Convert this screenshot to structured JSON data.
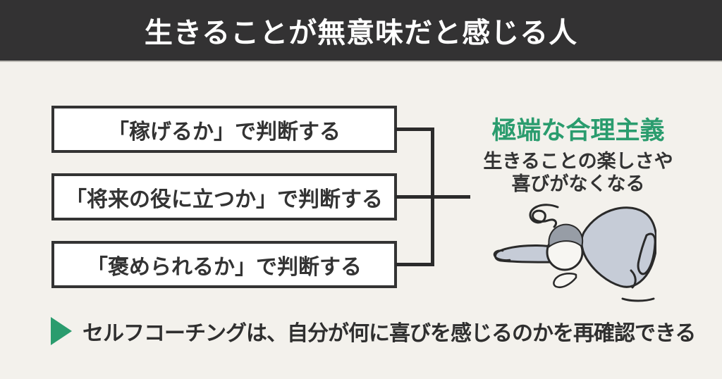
{
  "header": {
    "title": "生きることが無意味だと感じる人"
  },
  "causes": [
    {
      "label": "「稼げるか」で判断する"
    },
    {
      "label": "「将来の役に立つか」で判断する"
    },
    {
      "label": "「褒められるか」で判断する"
    }
  ],
  "result": {
    "title": "極端な合理主義",
    "description_line1": "生きることの楽しさや",
    "description_line2": "喜びがなくなる"
  },
  "takeaway": {
    "text": "セルフコーチングは、自分が何に喜びを感じるのかを再確認できる"
  },
  "icons": {
    "despair_scribble": "despair-scribble-icon",
    "triangle_marker": "triangle-marker-icon",
    "collapsed_person": "collapsed-person-illustration"
  },
  "colors": {
    "background": "#f3f1ec",
    "banner_background": "#333233",
    "banner_text": "#ffffff",
    "box_background": "#ffffff",
    "box_border": "#333333",
    "text_dark": "#333333",
    "connector_line": "#2b2b2b",
    "accent_green": "#2a9c6e",
    "illustration_body": "#c6ccd7",
    "illustration_hair": "#979da6",
    "illustration_outline": "#2a2a2a"
  }
}
